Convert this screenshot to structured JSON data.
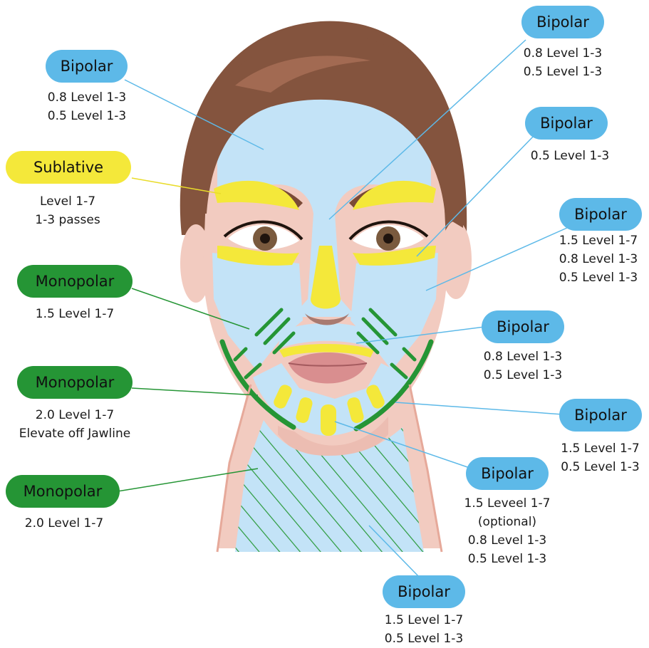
{
  "colors": {
    "bipolar": "#5db9e8",
    "sublative": "#f4e83a",
    "monopolar": "#259535",
    "treatment_area": "#c3e3f7",
    "skin": "#f2cbc0",
    "hair": "#84543e"
  },
  "callouts": [
    {
      "id": "forehead",
      "type": "bipolar",
      "label": "Bipolar",
      "lines": [
        "0.8 Level 1-3",
        "0.5 Level 1-3"
      ]
    },
    {
      "id": "brow",
      "type": "sublative",
      "label": "Sublative",
      "lines": [
        "Level 1-7",
        "1-3 passes"
      ]
    },
    {
      "id": "lower-face",
      "type": "monopolar",
      "label": "Monopolar",
      "lines": [
        "1.5 Level 1-7"
      ]
    },
    {
      "id": "jawline",
      "type": "monopolar",
      "label": "Monopolar",
      "lines": [
        "2.0 Level 1-7",
        "Elevate off Jawline"
      ]
    },
    {
      "id": "neck-left",
      "type": "monopolar",
      "label": "Monopolar",
      "lines": [
        "2.0 Level 1-7"
      ]
    },
    {
      "id": "nose-center",
      "type": "bipolar",
      "label": "Bipolar",
      "lines": [
        "0.8 Level 1-3",
        "0.5 Level 1-3"
      ]
    },
    {
      "id": "under-eye",
      "type": "bipolar",
      "label": "Bipolar",
      "lines": [
        "0.5 Level 1-3"
      ]
    },
    {
      "id": "cheek",
      "type": "bipolar",
      "label": "Bipolar",
      "lines": [
        "1.5 Level 1-7",
        "0.8 Level 1-3",
        "0.5 Level 1-3"
      ]
    },
    {
      "id": "upper-lip",
      "type": "bipolar",
      "label": "Bipolar",
      "lines": [
        "0.8 Level 1-3",
        "0.5 Level 1-3"
      ]
    },
    {
      "id": "jaw-right",
      "type": "bipolar",
      "label": "Bipolar",
      "lines": [
        "1.5 Level 1-7",
        "0.5 Level 1-3"
      ]
    },
    {
      "id": "chin",
      "type": "bipolar",
      "label": "Bipolar",
      "lines": [
        "1.5 Leveel 1-7",
        "(optional)",
        "0.8 Level 1-3",
        "0.5 Level 1-3"
      ]
    },
    {
      "id": "neck-bottom",
      "type": "bipolar",
      "label": "Bipolar",
      "lines": [
        "1.5 Level 1-7",
        "0.5 Level 1-3"
      ]
    }
  ]
}
